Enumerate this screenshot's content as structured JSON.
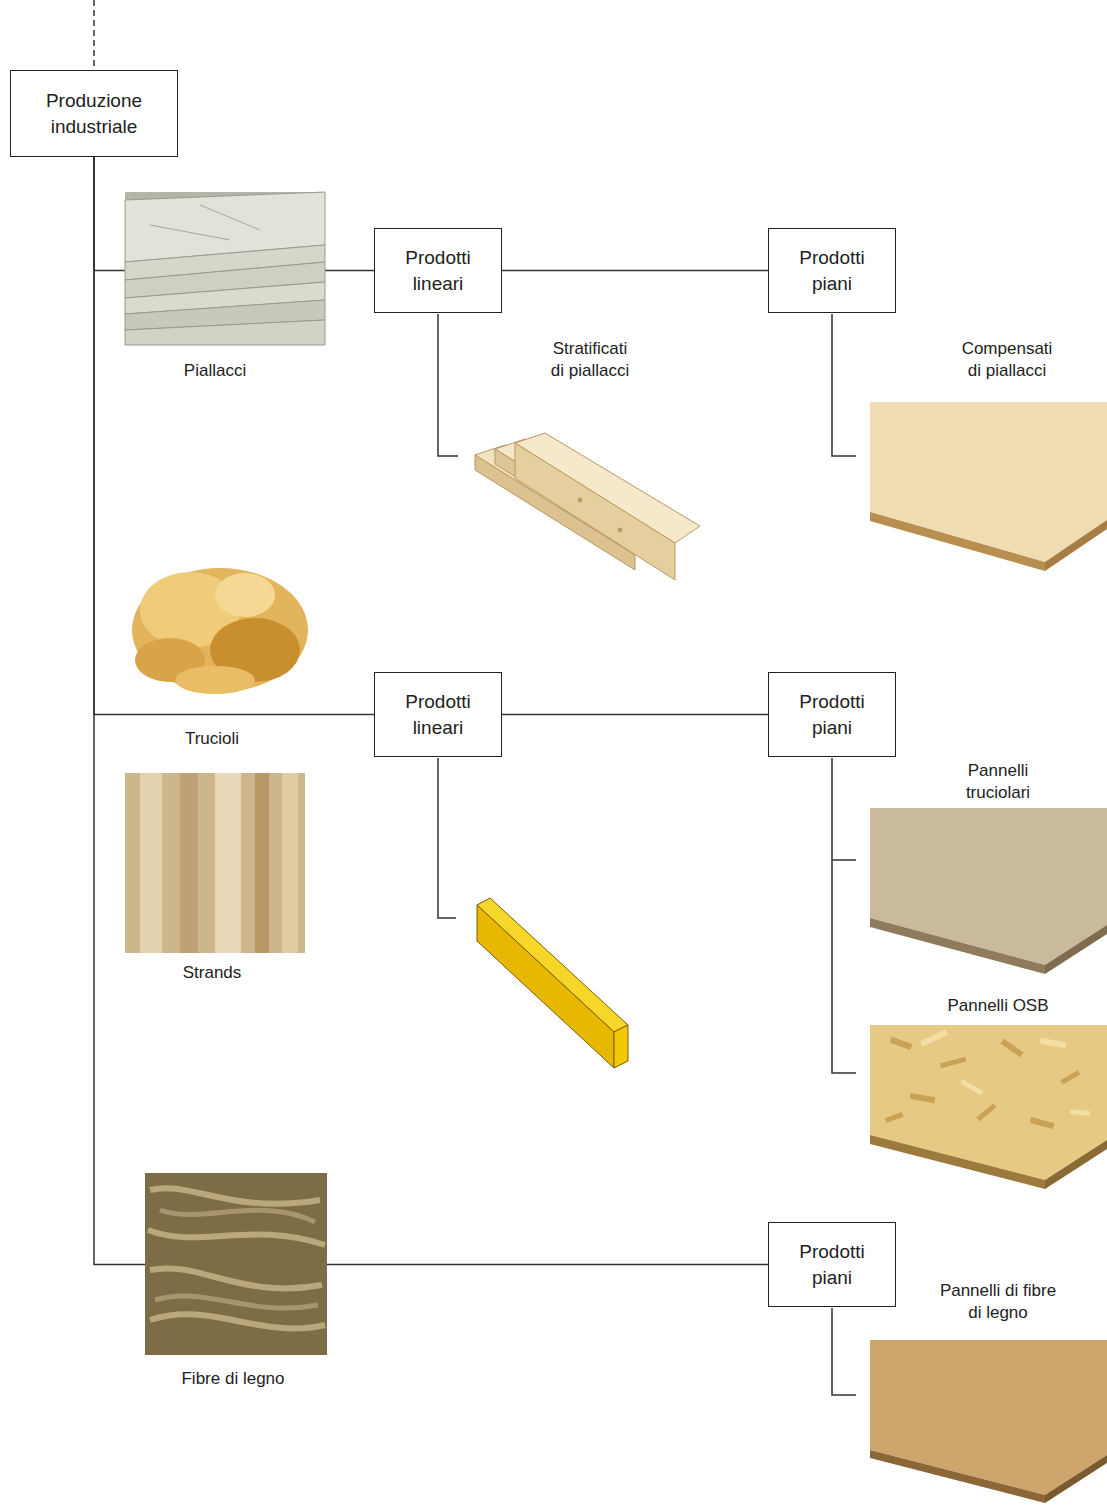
{
  "diagram": {
    "nodes": [
      {
        "text": [
          "Produzione industriale"
        ]
      },
      {
        "text": [
          "Prodotti lineari"
        ]
      },
      {
        "text": [
          "Prodotti piani"
        ]
      },
      {
        "text": [
          "Prodotti lineari"
        ]
      },
      {
        "text": [
          "Prodotti piani"
        ]
      },
      {
        "text": [
          "Prodotti piani"
        ]
      }
    ],
    "edges": [
      {
        "from": 0,
        "to": 1,
        "arrow": "none"
      },
      {
        "from": 1,
        "to": 2,
        "arrow": "none"
      },
      {
        "from": 0,
        "to": 3,
        "arrow": "none"
      },
      {
        "from": 3,
        "to": 4,
        "arrow": "none"
      },
      {
        "from": 0,
        "to": 5,
        "arrow": "none"
      }
    ],
    "labels": [
      "Piallacci",
      "Stratificati di piallacci",
      "Compensati di piallacci",
      "Trucioli",
      "Strands",
      "Pannelli truciolari",
      "Pannelli OSB",
      "Fibre di legno",
      "Pannelli di fibre di legno"
    ]
  }
}
